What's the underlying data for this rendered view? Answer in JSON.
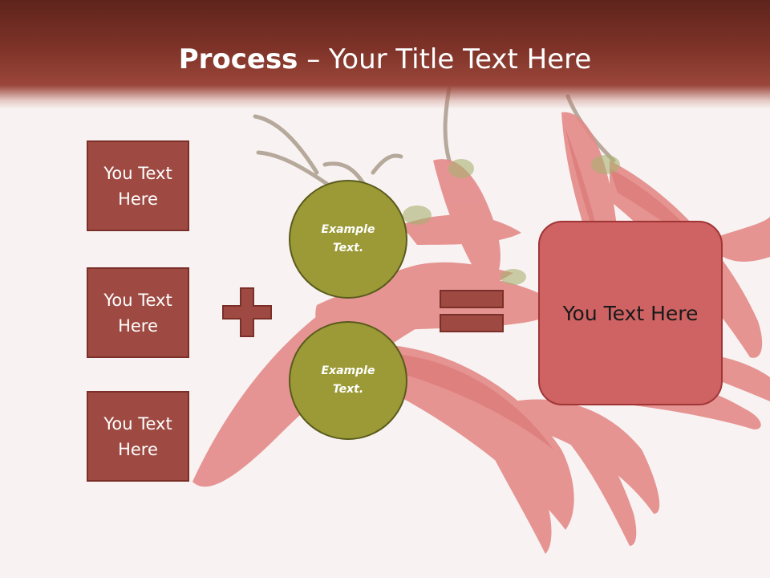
{
  "slide": {
    "title_bold": "Process",
    "title_rest": " – Your Title Text Here",
    "boxes": [
      {
        "label": "You Text Here"
      },
      {
        "label": "You Text Here"
      },
      {
        "label": "You Text Here"
      }
    ],
    "circles": [
      {
        "label": "Example Text."
      },
      {
        "label": "Example Text."
      }
    ],
    "result_label": "You Text Here",
    "operators": {
      "plus": "plus-icon",
      "equals": "equals-icon"
    },
    "colors": {
      "header": "#7f3328",
      "box_fill": "#9e4a42",
      "circle_fill": "#9b9a36",
      "result_fill": "#cf6262",
      "background_image": "red chili peppers"
    }
  }
}
